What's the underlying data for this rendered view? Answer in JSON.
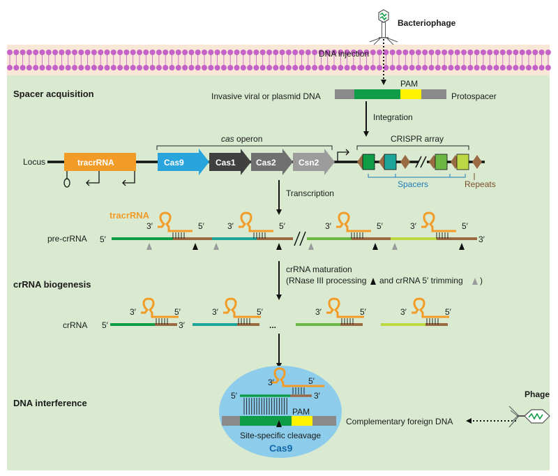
{
  "labels": {
    "bacteriophage": "Bacteriophage",
    "dna_injection": "DNA injection",
    "pam": "PAM",
    "invasive_dna": "Invasive viral or plasmid DNA",
    "protospacer": "Protospacer",
    "integration": "Integration",
    "spacer_acquisition": "Spacer acquisition",
    "cas_operon_prefix": "cas",
    "cas_operon_suffix": " operon",
    "crispr_array": "CRISPR array",
    "locus": "Locus",
    "tracrrna_gene": "tracrRNA",
    "cas9": "Cas9",
    "cas1": "Cas1",
    "cas2": "Cas2",
    "csn2": "Csn2",
    "spacers": "Spacers",
    "repeats": "Repeats",
    "transcription": "Transcription",
    "tracrrna": "tracrRNA",
    "pre_crrna": "pre-crRNA",
    "five_prime": "5′",
    "three_prime": "3′",
    "crrna_maturation_1": "crRNA maturation",
    "crrna_maturation_2": "(RNase III processing",
    "crrna_maturation_3": "and crRNA 5′ trimming",
    "crrna_maturation_4": ")",
    "crrna_biogenesis": "crRNA biogenesis",
    "crrna": "crRNA",
    "ellipsis": "...",
    "dna_interference": "DNA interference",
    "phage": "Phage",
    "complementary_dna": "Complementary foreign DNA",
    "site_specific_cleavage": "Site-specific cleavage",
    "cas9_complex": "Cas9"
  },
  "colors": {
    "background": "#d9ead1",
    "membrane_band": "#f8e7d6",
    "membrane_lipid": "#c562c7",
    "tracrrna": "#f29b26",
    "cas9": "#29a4dc",
    "cas1": "#404040",
    "cas2": "#707070",
    "csn2": "#9c9c9c",
    "repeat": "#9a6a43",
    "spacer_1": "#0f9d48",
    "spacer_2": "#1ea59a",
    "spacer_3": "#6cb844",
    "spacer_4": "#bcd843",
    "pam": "#fff200",
    "dna_gray": "#8a8a8a",
    "cas9_ellipse": "#8dcdeb",
    "spacer_label": "#1f79b6",
    "cas9_text": "#1167a8"
  }
}
